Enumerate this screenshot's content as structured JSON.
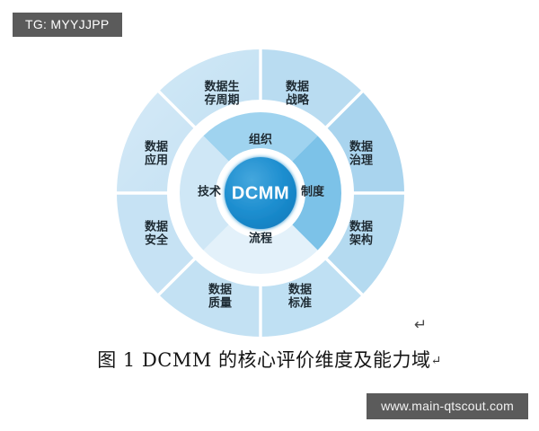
{
  "badge": {
    "text": "TG: MYYJJPP"
  },
  "watermark": {
    "text": "www.main-qtscout.com"
  },
  "figure": {
    "caption_text": "图 1 DCMM 的核心评价维度及能力域",
    "caption_pilcrow": "↵",
    "stray_mark": "↵",
    "center": {
      "label": "DCMM",
      "color": "#1f8fd0"
    },
    "inner_ring": [
      {
        "id": "organization",
        "label": "组织",
        "position": "top",
        "color": "#9fd3ef"
      },
      {
        "id": "system",
        "label": "制度",
        "position": "right",
        "color": "#7cc2e8"
      },
      {
        "id": "process",
        "label": "流程",
        "position": "bottom",
        "color": "#e3f1fa"
      },
      {
        "id": "technology",
        "label": "技术",
        "position": "left",
        "color": "#cfe7f6"
      }
    ],
    "outer_ring": [
      {
        "id": "data-strategy",
        "label": "数据\n战略",
        "position": "top-right",
        "color": "#b9dcf1"
      },
      {
        "id": "data-governance",
        "label": "数据\n治理",
        "position": "right-upper",
        "color": "#a9d4ee"
      },
      {
        "id": "data-architecture",
        "label": "数据\n架构",
        "position": "right-lower",
        "color": "#b4daf0"
      },
      {
        "id": "data-standard",
        "label": "数据\n标准",
        "position": "bottom-right",
        "color": "#bfe0f3"
      },
      {
        "id": "data-quality",
        "label": "数据\n质量",
        "position": "bottom-left",
        "color": "#c3e1f3"
      },
      {
        "id": "data-security",
        "label": "数据\n安全",
        "position": "left-lower",
        "color": "#c6e2f4"
      },
      {
        "id": "data-application",
        "label": "数据\n应用",
        "position": "left-upper",
        "color": "#c2e0f3"
      },
      {
        "id": "data-lifecycle",
        "label": "数据生\n存周期",
        "position": "top-left",
        "color": "#bddef2"
      }
    ],
    "colors": {
      "divider": "#ffffff",
      "background": "#ffffff",
      "text": "#1c2a33"
    }
  }
}
